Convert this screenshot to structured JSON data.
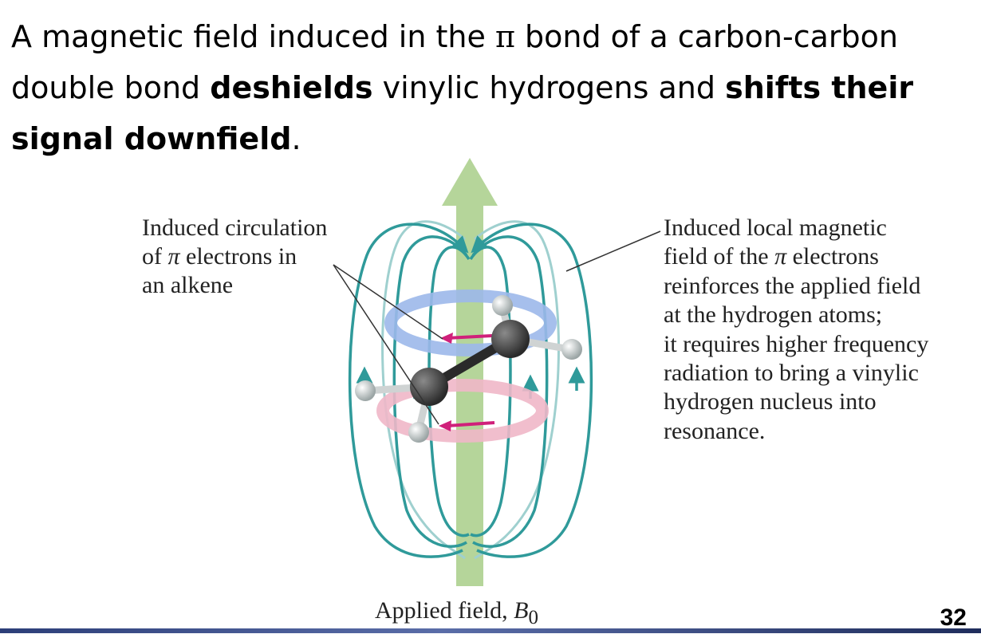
{
  "slide": {
    "title_part1": "A magnetic field induced in the ",
    "title_pi": "π",
    "title_part2": " bond of a carbon-carbon double bond ",
    "title_bold1": "deshields",
    "title_part3": " vinylic hydrogens and ",
    "title_bold2": "shifts their signal downfield",
    "title_part4": ".",
    "page_number": "32"
  },
  "diagram": {
    "left_label": {
      "line1": "Induced circulation",
      "line2_prefix": "of ",
      "line2_pi": "π",
      "line2_suffix": " electrons in",
      "line3": "an alkene"
    },
    "right_label": {
      "line1": "Induced local magnetic",
      "line2_prefix": "field of the ",
      "line2_pi": "π",
      "line2_suffix": " electrons",
      "line3": "reinforces the applied field",
      "line4": "at the hydrogen atoms;",
      "line5": "it requires higher frequency",
      "line6": "radiation to bring a vinylic",
      "line7": "hydrogen nucleus into",
      "line8": "resonance."
    },
    "bottom_label": {
      "prefix": "Applied field, ",
      "symbol": "B",
      "subscript": "0"
    },
    "colors": {
      "applied_field_arrow": "#b5d59a",
      "field_lines": "#2f9a9a",
      "field_lines_light": "#9fd0cf",
      "upper_ring": "#9cb8ea",
      "lower_ring": "#f0b7c8",
      "electron_arrow": "#d0207a",
      "carbon": "#3a3a3a",
      "hydrogen": "#d8dcdc"
    }
  }
}
